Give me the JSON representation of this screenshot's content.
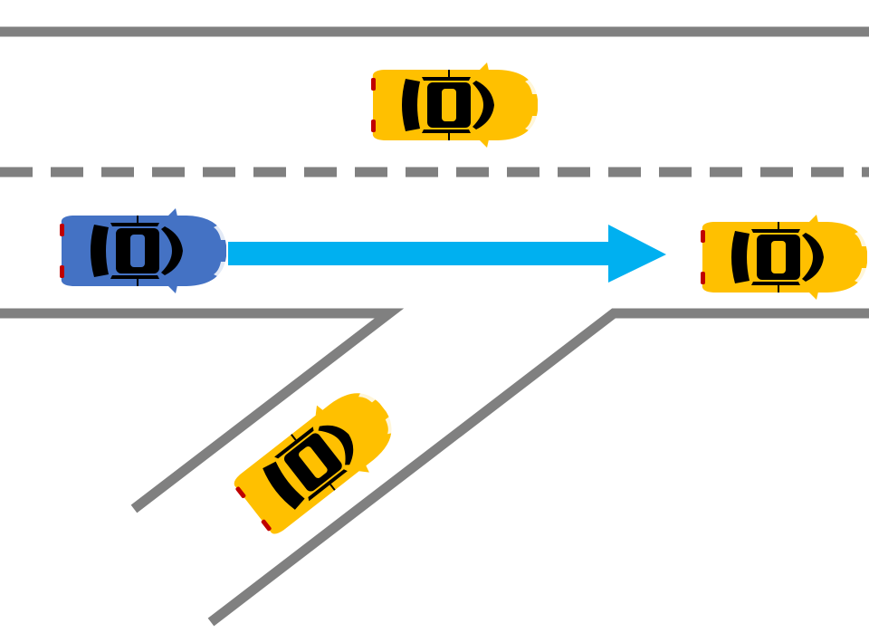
{
  "scene": {
    "kind": "highway merge traffic diagram",
    "background": "#ffffff",
    "road_line_color": "#808080",
    "trajectory_color": "#00b0f0"
  },
  "vehicles": [
    {
      "id": "ego",
      "role": "ego-car",
      "color": "#4472c4",
      "heading": "right",
      "lane": "right-lane"
    },
    {
      "id": "left-lane-car",
      "role": "traffic-car",
      "color": "#ffc000",
      "heading": "right",
      "lane": "left-lane"
    },
    {
      "id": "lead-car",
      "role": "traffic-car",
      "color": "#ffc000",
      "heading": "right",
      "lane": "right-lane"
    },
    {
      "id": "merging-car",
      "role": "traffic-car",
      "color": "#ffc000",
      "heading": "up-right",
      "lane": "on-ramp"
    }
  ],
  "planned_path": {
    "from": "ego",
    "to": "lead-car",
    "style": "solid arrow"
  }
}
